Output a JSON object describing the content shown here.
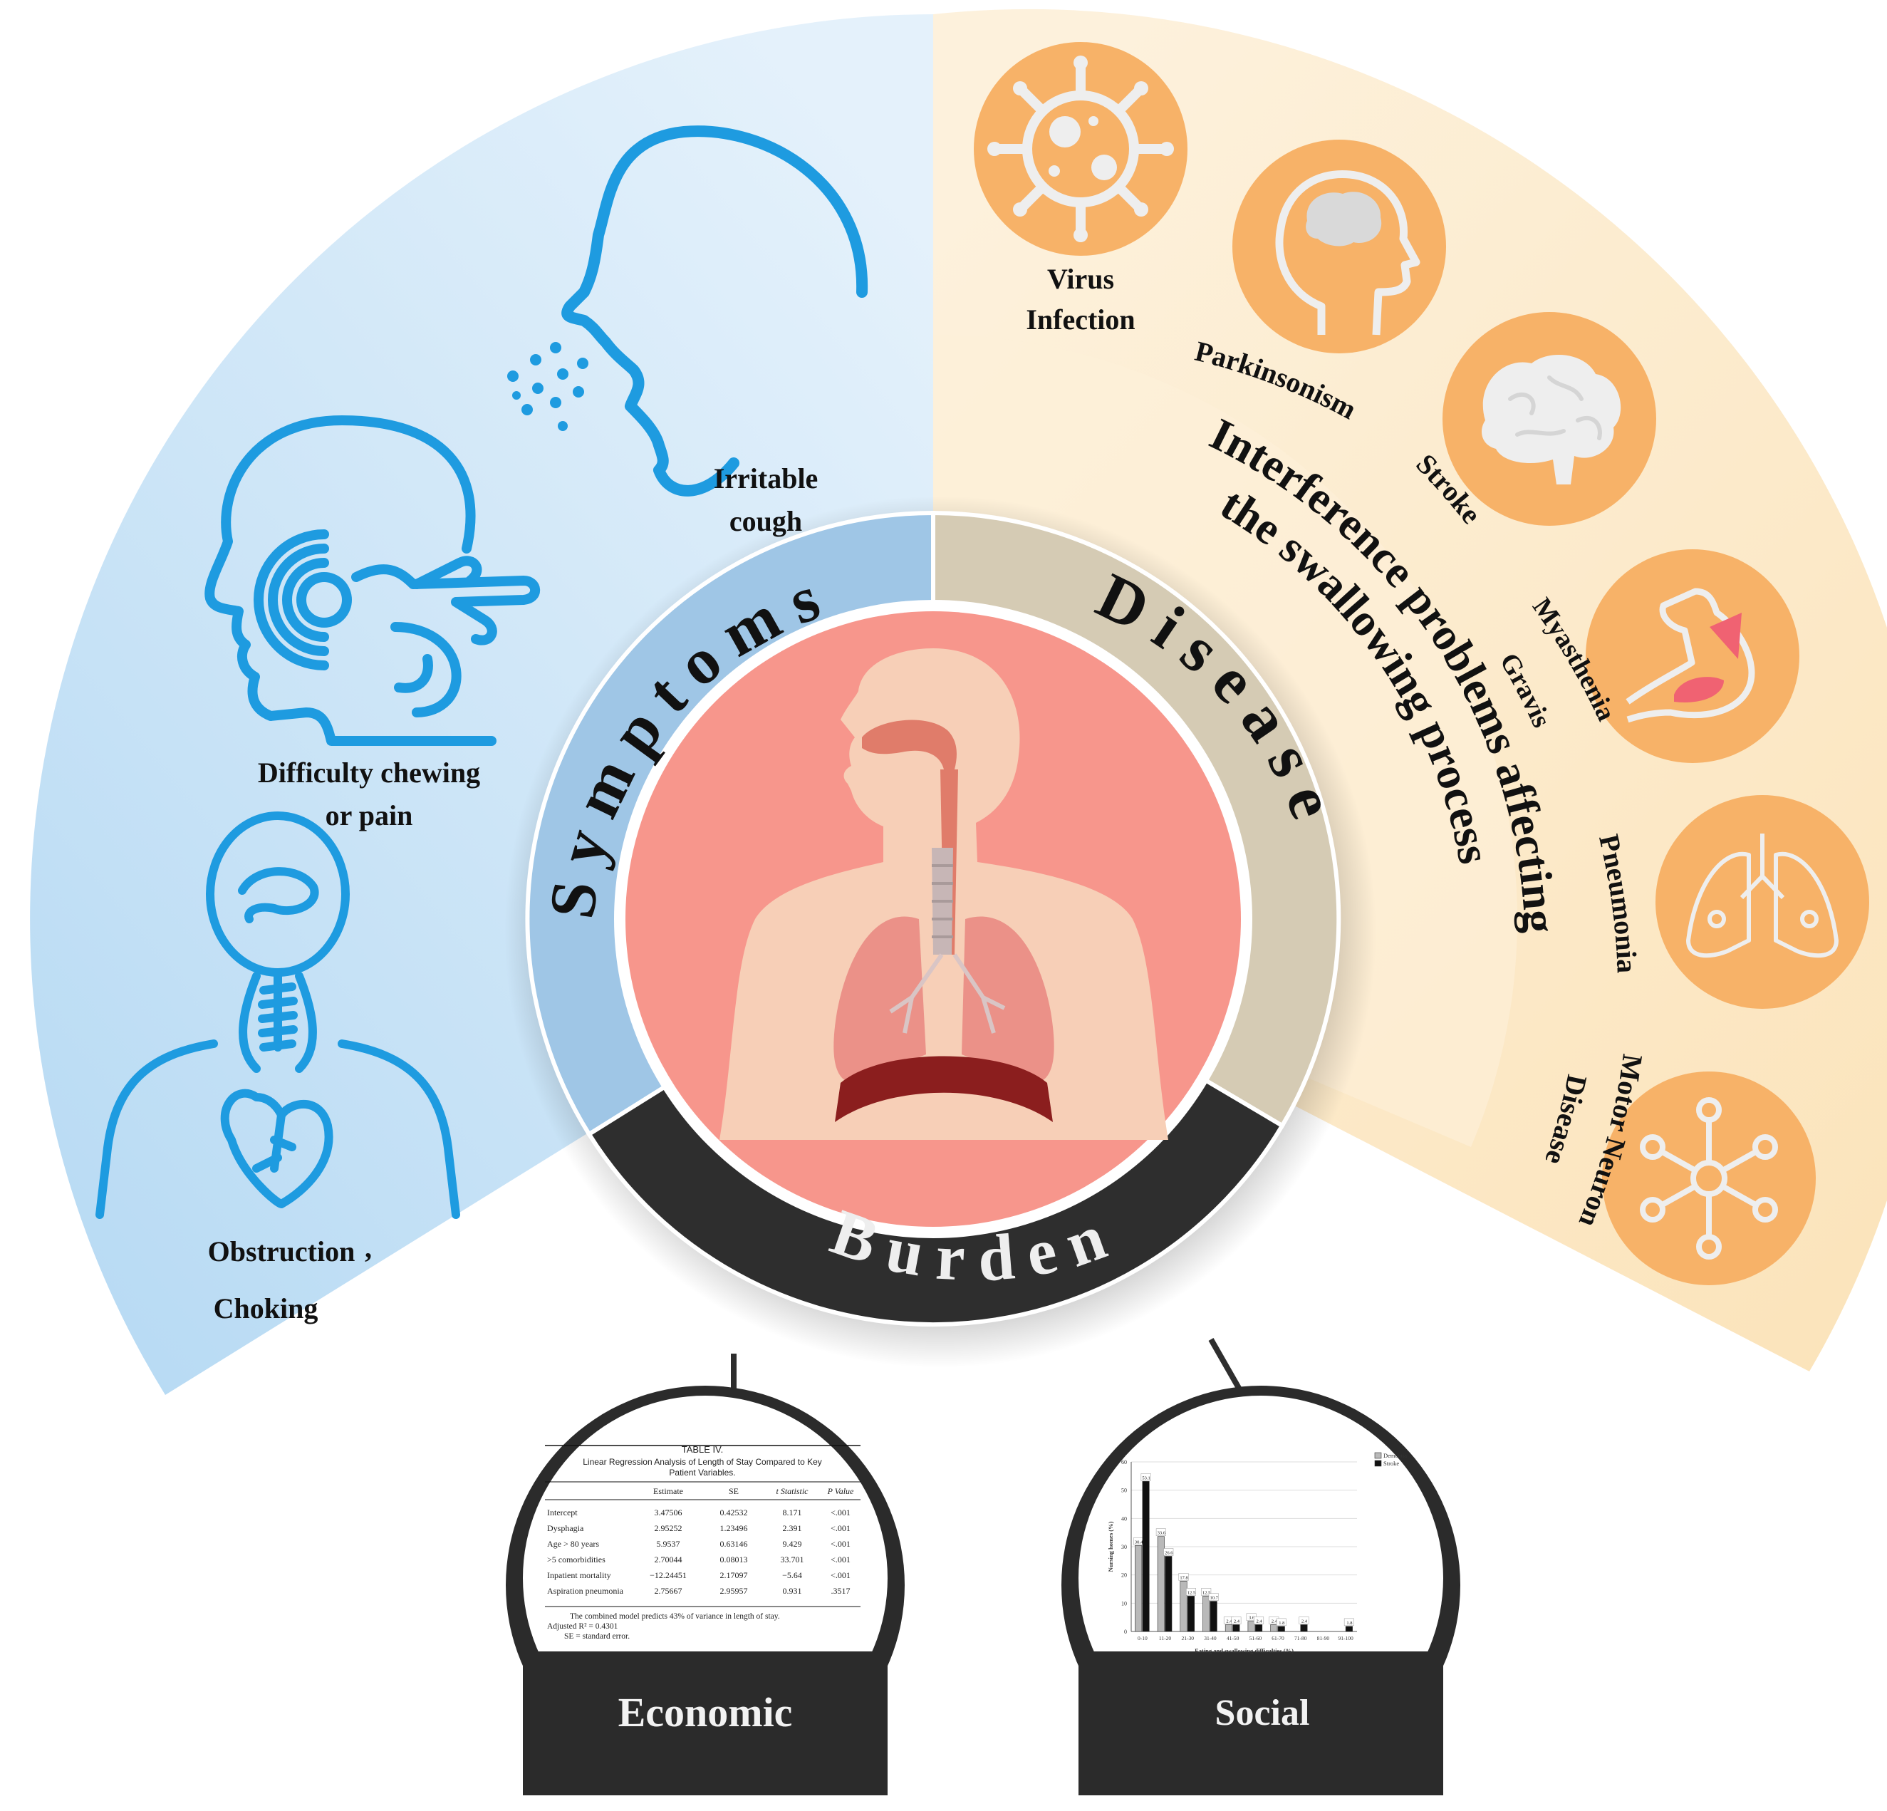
{
  "colors": {
    "symptoms_bg": "#b5d9f3",
    "symptoms_bg_light": "#e4f1fb",
    "disease_bg": "#fbe3b9",
    "disease_bg_light": "#fdf1dc",
    "icon_blue": "#1e9be0",
    "disease_circle": "#f7b268",
    "ring_blue": "#9fc6e6",
    "ring_tan": "#d5cbb4",
    "ring_dark": "#2e2e2e",
    "center_pink": "#f7968c",
    "body_skin": "#f7cfb7"
  },
  "ring": {
    "symptoms": "Symptoms",
    "disease": "Disease",
    "burden": "Burden"
  },
  "symptoms": {
    "cough": [
      "Irritable",
      "cough"
    ],
    "chewing": [
      "Difficulty chewing",
      "or pain"
    ],
    "obstruction": [
      "Obstruction",
      "Choking"
    ],
    "obstruction_punct": ","
  },
  "disease": {
    "interference": [
      "Interference problems affecting",
      "the swallowing process"
    ],
    "virus": [
      "Virus",
      "Infection"
    ],
    "parkinsonism": "Parkinsonism",
    "stroke": "Stroke",
    "myasthenia": [
      "Myasthenia",
      "Gravis"
    ],
    "pneumonia": "Pneumonia",
    "motor_neuron": [
      "Motor Neuron",
      "Disease"
    ]
  },
  "burden": {
    "economic": "Economic",
    "social": "Social"
  },
  "economic_table": {
    "caption": "TABLE IV.",
    "title_lines": [
      "Linear Regression Analysis of Length of Stay Compared to Key",
      "Patient Variables."
    ],
    "headers": [
      "",
      "Estimate",
      "SE",
      "t Statistic",
      "P Value"
    ],
    "rows": [
      [
        "Intercept",
        "3.47506",
        "0.42532",
        "8.171",
        "<.001"
      ],
      [
        "Dysphagia",
        "2.95252",
        "1.23496",
        "2.391",
        "<.001"
      ],
      [
        "Age > 80 years",
        "5.9537",
        "0.63146",
        "9.429",
        "<.001"
      ],
      [
        ">5 comorbidities",
        "2.70044",
        "0.08013",
        "33.701",
        "<.001"
      ],
      [
        "Inpatient mortality",
        "−12.24451",
        "2.17097",
        "−5.64",
        "<.001"
      ],
      [
        "Aspiration pneumonia",
        "2.75667",
        "2.95957",
        "0.931",
        ".3517"
      ]
    ],
    "footnotes": [
      "The combined model predicts 43% of variance in length of stay.",
      "Adjusted R² = 0.4301",
      "SE = standard error."
    ]
  },
  "chart_data": {
    "type": "bar",
    "categories": [
      "0-10",
      "11-20",
      "21-30",
      "31-40",
      "41-50",
      "51-60",
      "61-70",
      "71-80",
      "81-90",
      "91-100"
    ],
    "series": [
      {
        "name": "Dementia",
        "values": [
          30.4,
          33.6,
          17.8,
          12.5,
          2.4,
          3.6,
          2.4,
          0,
          0,
          0
        ]
      },
      {
        "name": "Stroke",
        "values": [
          53.1,
          26.6,
          12.5,
          10.7,
          2.4,
          2.4,
          1.8,
          2.4,
          0,
          1.8
        ]
      }
    ],
    "data_labels": [
      [
        "30.4",
        "33.6",
        "17.8",
        "12.5",
        "2.4",
        "3.6",
        "2.4",
        "",
        "",
        ""
      ],
      [
        "53.1",
        "26.6",
        "12.5",
        "10.7",
        "2.4",
        "2.4",
        "1.8",
        "2.4",
        "",
        "1.8"
      ]
    ],
    "y_ticks": [
      "0",
      "10",
      "20",
      "30",
      "40",
      "50",
      "60"
    ],
    "ylim": [
      0,
      60
    ],
    "xlabel": "Eating and swallowing difficulties (%)",
    "ylabel": "Nursing homes (%)",
    "legend": "top-right",
    "grid": true,
    "colors": [
      "#b9b9b9",
      "#111111"
    ]
  }
}
